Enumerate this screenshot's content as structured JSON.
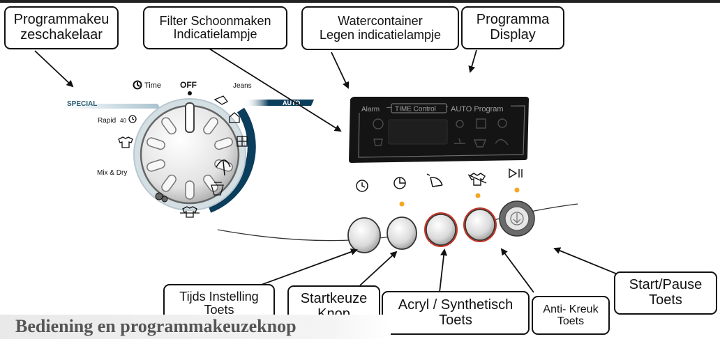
{
  "callouts": {
    "selector_switch": [
      "Programmakeu",
      "zeschakelaar"
    ],
    "filter_lamp": [
      "Filter Schoonmaken",
      "Indicatielampje"
    ],
    "watercontainer_lamp": [
      "Watercontainer",
      "Legen indicatielampje"
    ],
    "program_display": [
      "Programma",
      "Display"
    ],
    "time_button": [
      "Tijds Instelling",
      "Toets"
    ],
    "delay_knob": [
      "Startkeuze",
      "Knop"
    ],
    "acryl_button": [
      "Acryl / Synthetisch",
      "Toets"
    ],
    "antikreuk_button": [
      "Anti- Kreuk",
      "Toets"
    ],
    "startpause_button": [
      "Start/Pause",
      "Toets"
    ]
  },
  "dial": {
    "off": "OFF",
    "time": "Time",
    "jeans": "Jeans",
    "special": "SPECIAL",
    "auto": "AUTO",
    "rapid": "Rapid",
    "rapid_sub": "40",
    "mix_dry": "Mix & Dry"
  },
  "display": {
    "alarm": "Alarm",
    "time_control": "TIME Control",
    "auto_program": "AUTO Program"
  },
  "bottom_heading": "Bediening en programmakeuzeknop",
  "colors": {
    "auto_band": "#0b3d5c",
    "special_band": "#b9cdd6",
    "lamp": "#f5a623",
    "display_bg": "#141414",
    "button_red_ring": "#c0392b"
  },
  "icons": [
    "clock-icon",
    "delay-timer-icon",
    "feather-icon",
    "anti-crease-shirt-icon",
    "play-pause-icon"
  ]
}
